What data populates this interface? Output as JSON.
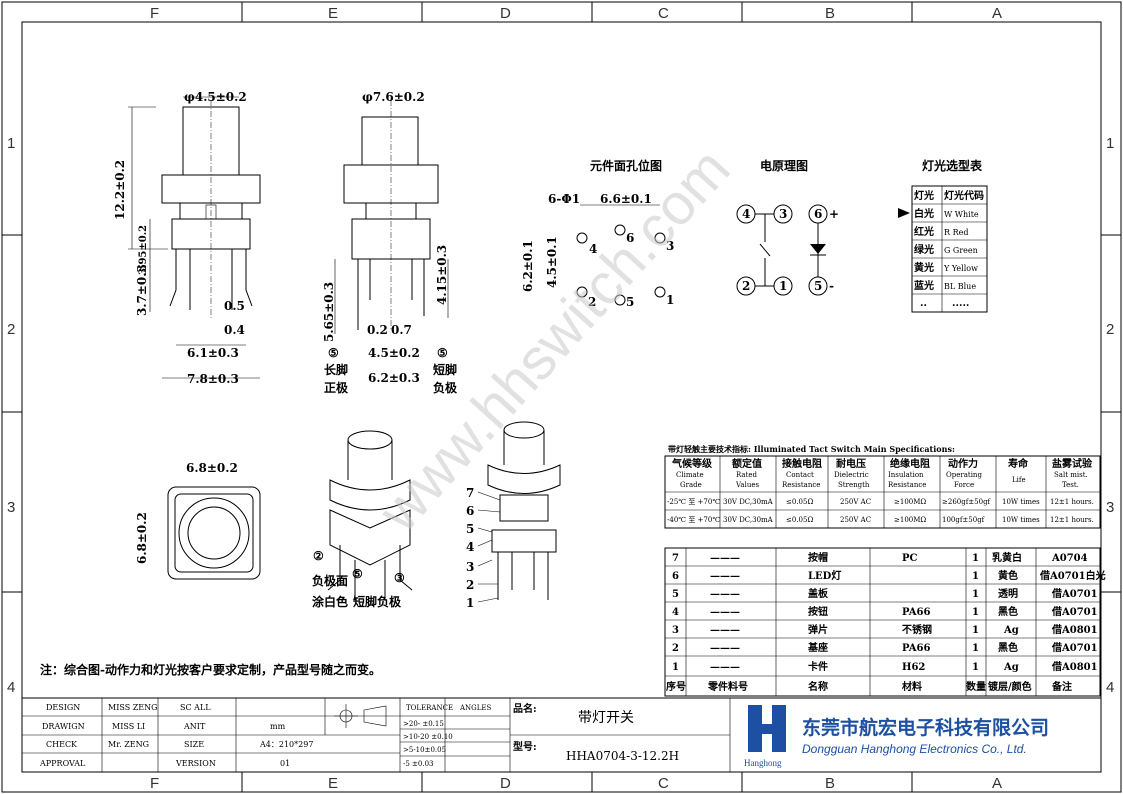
{
  "zones": {
    "cols": [
      "F",
      "E",
      "D",
      "C",
      "B",
      "A"
    ],
    "rows": [
      "1",
      "2",
      "3",
      "4"
    ]
  },
  "watermark": "www.hhswitch.com",
  "dims": {
    "front_top_dia": "φ4.5±0.2",
    "front_height": "12.2±0.2",
    "front_body_h": "3.95±0.2",
    "front_pin_h": "3.7±0.3",
    "front_pin_w": "0.5",
    "front_pin_w2": "0.4",
    "front_w1": "6.1±0.3",
    "front_w2": "7.8±0.3",
    "side_top_dia": "φ7.6±0.2",
    "side_pin_h": "5.65±0.3",
    "side_pin_h2": "4.15±0.3",
    "side_a": "0.2",
    "side_b": "0.7",
    "side_pitch": "4.5±0.2",
    "side_w": "6.2±0.3",
    "side_left_num": "⑤",
    "side_left_l1": "长脚",
    "side_left_l2": "正极",
    "side_right_num": "⑤",
    "side_right_l1": "短脚",
    "side_right_l2": "负极",
    "plan_w": "6.8±0.2",
    "plan_h": "6.8±0.2"
  },
  "pcb": {
    "title": "元件面孔位图",
    "holes": "6-Φ1",
    "w": "6.6±0.1",
    "h1": "6.2±0.1",
    "h2": "4.5±0.1",
    "pins": [
      "4",
      "6",
      "3",
      "2",
      "5",
      "1"
    ]
  },
  "circuit": {
    "title": "电原理图",
    "n4": "4",
    "n3": "3",
    "n6": "6",
    "plus": "+",
    "n2": "2",
    "n1": "1",
    "n5": "5",
    "minus": "-"
  },
  "led": {
    "title": "灯光选型表",
    "header": [
      "灯光",
      "灯光代码"
    ],
    "rows": [
      [
        "白光",
        "W White"
      ],
      [
        "红光",
        "R Red"
      ],
      [
        "绿光",
        "G Green"
      ],
      [
        "黄光",
        "Y Yellow"
      ],
      [
        "蓝光",
        "BL Blue"
      ],
      [
        "..",
        "....."
      ]
    ]
  },
  "iso": {
    "n2": "②",
    "n5": "⑤",
    "n3": "③",
    "neg_face": "负极面",
    "white": "涂白色",
    "short_neg": "短脚负极",
    "exploded": [
      "7",
      "6",
      "5",
      "4",
      "3",
      "2",
      "1"
    ]
  },
  "specs": {
    "caption": "带灯轻触主要技术指标: Illuminated Tact Switch Main Specifications:",
    "headers": [
      [
        "气候等级",
        "Climate",
        "Grade"
      ],
      [
        "额定值",
        "Rated",
        "Values"
      ],
      [
        "接触电阻",
        "Contact",
        "Resistance"
      ],
      [
        "耐电压",
        "Dielectric",
        "Strength"
      ],
      [
        "绝缘电阻",
        "Insulation",
        "Resistance"
      ],
      [
        "动作力",
        "Operating",
        "Force"
      ],
      [
        "寿命",
        "Life",
        ""
      ],
      [
        "盐雾试验",
        "Salt mist.",
        "Test."
      ]
    ],
    "rows": [
      [
        "-25℃ 至 +70℃",
        "30V DC,30mA",
        "≤0.05Ω",
        "250V AC",
        "≥100MΩ",
        "≥260gf±50gf",
        "10W times",
        "12±1 hours."
      ],
      [
        "-40℃ 至 +70℃",
        "30V DC,30mA",
        "≤0.05Ω",
        "250V AC",
        "≥100MΩ",
        "100gf±50gf",
        "10W times",
        "12±1 hours."
      ]
    ]
  },
  "bom": {
    "rows": [
      [
        "7",
        "———",
        "按帽",
        "PC",
        "1",
        "乳黄白",
        "A0704"
      ],
      [
        "6",
        "———",
        "LED灯",
        "",
        "1",
        "黄色",
        "借A0701白光"
      ],
      [
        "5",
        "———",
        "盖板",
        "",
        "1",
        "透明",
        "借A0701"
      ],
      [
        "4",
        "———",
        "按钮",
        "PA66",
        "1",
        "黑色",
        "借A0701"
      ],
      [
        "3",
        "———",
        "弹片",
        "不锈钢",
        "1",
        "Ag",
        "借A0801"
      ],
      [
        "2",
        "———",
        "基座",
        "PA66",
        "1",
        "黑色",
        "借A0701"
      ],
      [
        "1",
        "———",
        "卡件",
        "H62",
        "1",
        "Ag",
        "借A0801"
      ]
    ],
    "header": [
      "序号",
      "零件料号",
      "名称",
      "材料",
      "数量",
      "镀层/颜色",
      "备注"
    ]
  },
  "note": "注：综合图-动作力和灯光按客户要求定制，产品型号随之而变。",
  "titleblock": {
    "rows": [
      [
        "DESIGN",
        "MISS ZENG",
        "SC ALL",
        ""
      ],
      [
        "DRAWIGN",
        "MISS LI",
        "ANIT",
        "mm"
      ],
      [
        "CHECK",
        "Mr. ZENG",
        "SIZE",
        "A4：210*297"
      ],
      [
        "APPROVAL",
        "",
        "VERSION",
        "01"
      ]
    ],
    "tolerance_h": "TOLERANCE",
    "angles_h": "ANGLES",
    "tolerances": [
      ">20- ±0.15",
      ">10-20 ±0.10",
      ">5-10±0.05",
      "-5 ±0.03"
    ],
    "name_label": "品名:",
    "name": "带灯开关",
    "model_label": "型号:",
    "model": "HHA0704-3-12.2H",
    "company_cn": "东莞市航宏电子科技有限公司",
    "company_en": "Dongguan Hanghong Electronics Co., Ltd.",
    "logo_text": "Hanghong"
  },
  "colors": {
    "logo": "#1d4fa3",
    "line": "#000000"
  }
}
